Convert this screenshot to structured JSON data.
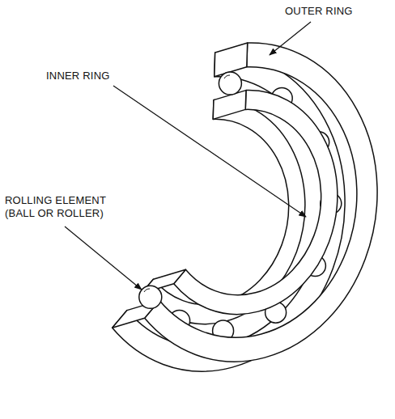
{
  "diagram": {
    "labels": [
      "OUTER RING",
      "INNER RING",
      "ROLLING ELEMENT (BALL OR ROLLER)"
    ]
  }
}
